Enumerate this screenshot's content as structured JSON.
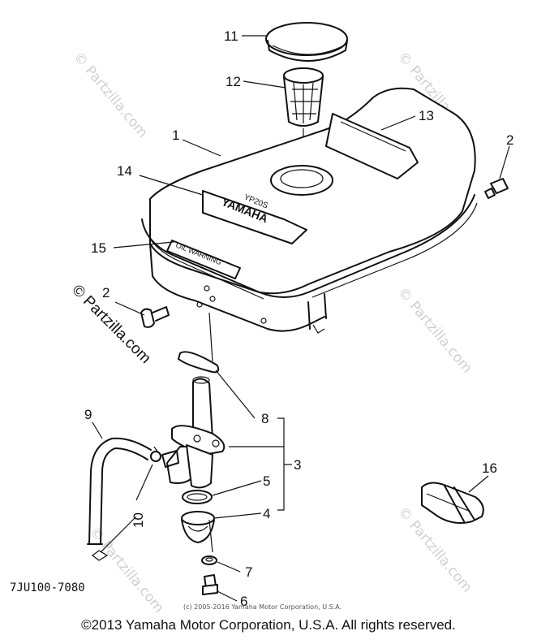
{
  "watermark": "© Partzilla.com",
  "part_code": "7JU100-7080",
  "small_copyright": "(c) 2005-2016 Yamaha Motor Corporation, U.S.A.",
  "footer_copyright": "©2013 Yamaha Motor Corporation, U.S.A. All rights reserved.",
  "tank_emblem": "YAMAHA",
  "tank_model": "YP20S",
  "oil_warning_label": "OIL WARNING",
  "callouts": [
    "1",
    "2",
    "2",
    "3",
    "4",
    "5",
    "6",
    "7",
    "8",
    "9",
    "10",
    "11",
    "12",
    "13",
    "14",
    "15",
    "16"
  ]
}
